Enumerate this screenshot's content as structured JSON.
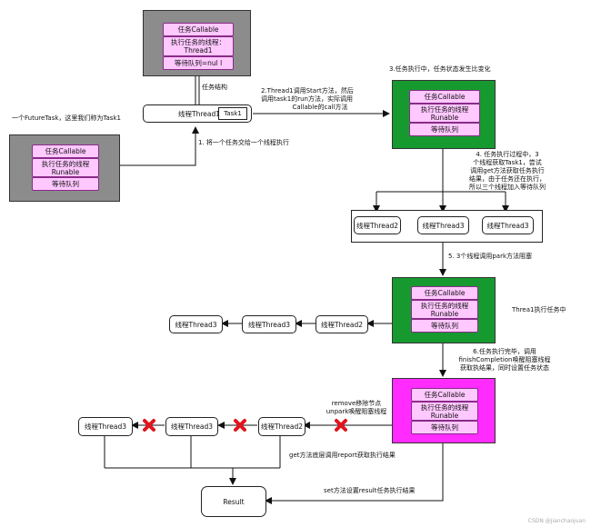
{
  "boxes": {
    "top": {
      "title": "任务Callable",
      "thread_label": "执行任务的线程：",
      "thread_value": "Thread1",
      "queue": "等待队列=nul l"
    },
    "left": {
      "title": "任务Callable",
      "thread_label": "执行任务的线程",
      "thread_value": "Runable",
      "queue": "等待队列"
    },
    "right_top": {
      "title": "任务Callable",
      "thread_label": "执行任务的线程",
      "thread_value": "Runable",
      "queue": "等待队列"
    },
    "middle": {
      "title": "任务Callable",
      "thread_label": "执行任务的线程",
      "thread_value": "Runable",
      "queue": "等待队列"
    },
    "bottom": {
      "title": "任务Callable",
      "thread_label": "执行任务的线程",
      "thread_value": "Runable",
      "queue": "等待队列"
    }
  },
  "nodes": {
    "thread1": "线程Thread1",
    "task1": "Task1",
    "group_t2": "线程Thread2",
    "group_t3a": "线程Thread3",
    "group_t3b": "线程Thread3",
    "mid_t2": "线程Thread2",
    "mid_t3a": "线程Thread3",
    "mid_t3b": "线程Thread3",
    "bot_t2": "线程Thread2",
    "bot_t3a": "线程Thread3",
    "bot_t3b": "线程Thread3",
    "result": "Result"
  },
  "notes": {
    "task_structure": "任务结构",
    "future_task": "一个FutureTask，这里我们称为Task1",
    "step1": "1. 将一个任务交给一个线程执行",
    "step2_l1": "2.Thread1调用Start方法，然后",
    "step2_l2": "调用task1的run方法，实际调用",
    "step2_l3": "Callable的call方法",
    "step3": "3.任务执行中，任务状态发生比变化",
    "step4_l1": "4. 任务执行过程中，3",
    "step4_l2": "个线程获取Task1，尝试",
    "step4_l3": "调用get方法获取任务执行",
    "step4_l4": "结果，由于任务还在执行，",
    "step4_l5": "所以三个线程加入等待队列",
    "step5": "5. 3个线程调用park方法阻塞",
    "thread1_running": "Threa1执行任务中",
    "step6_l1": "6.任务执行完毕，调用",
    "step6_l2": "finishCompletion唤醒阻塞线程",
    "step6_l3": "获取执结果，同时设置任务状态",
    "remove_l1": "remove移除节点",
    "remove_l2": "unpark唤醒阻塞线程",
    "get_report": "get方法底层调用report获取执行结果",
    "set_result": "set方法设置result任务执行结果"
  },
  "watermark": "CSDN @jianchaojuan",
  "colors": {
    "gray": "#8c8c8c",
    "green": "#169a2f",
    "magenta": "#ff2bff",
    "pill": "#ffc8ff",
    "cross": "#e0141e"
  }
}
